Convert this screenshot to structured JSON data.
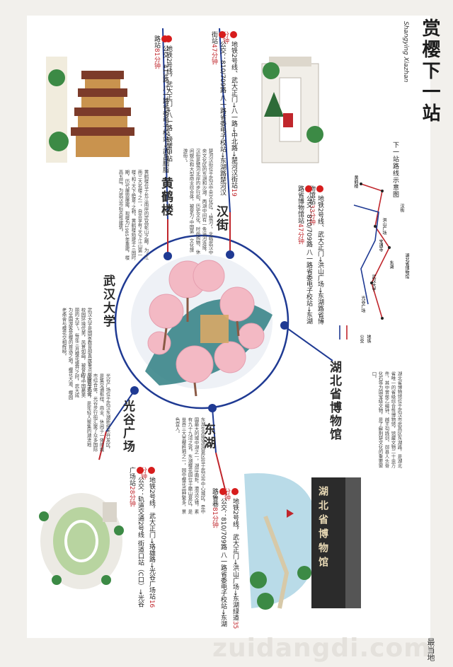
{
  "title": "赏樱下一站",
  "subtitle": "Shangying Xiazhan",
  "map_title": "下一站路线示意图",
  "map_labels": [
    "洪山广场",
    "汉街",
    "东湖",
    "湖北省博物馆",
    "武汉大学",
    "光谷广场",
    "黄鹤楼",
    "宝通寺",
    "地铁",
    "公交"
  ],
  "stations": {
    "hanjie": {
      "name": "汉街",
      "route1_prefix": "地铁2号线、武大正门→八一路→中北路→楚河汉街站",
      "route1_time": "19分钟",
      "route2_prefix": "公交：810/709路 八一路省委电子校站→东湖路楚河汉街站",
      "route2_time": "47分钟",
      "desc": "楚河汉街位于武汉中央文化区，“楚河”，北临武汉中央文化区的东湖和沙湖，两湖中间有一条运河连接，汉街是楚河北岸的步行街。历史文化、时尚购物、休闲娱乐和大型商业综合体，被誉为“中国第一文化旅游街”。"
    },
    "huanghelou": {
      "name": "黄鹤楼",
      "route1_prefix": "地铁2号线，武大正门→八一路→螃蟹甲站",
      "route1_time": "",
      "route2_prefix": "公交：413路 八一路省委电子校站→武昌胭脂路站",
      "route2_time": "81分钟",
      "desc": "黄鹤楼位于长江南岸的武昌蛇山之巅，为“江南三大名楼”之一，自古享有“天下江山第一楼”和“天下绝景”之称。黄鹤楼始建于三国时期，历代屡毁屡建，现楼为1985年重建，楼高五层，为武汉市标志性建筑。"
    },
    "wuda": {
      "name": "武汉大学",
      "desc": "武汉大学是国家教育部直属重点综合性大学，校园环境优美，风景如画，被誉为“中国最美丽的大学”。每年三月樱花盛开之时，武大成为全国游客赏樱的首选之地，樱花大道、樱园老斋舍与樱花交相辉映。"
    },
    "guanggu": {
      "name": "光谷广场",
      "route1_prefix": "地铁2号线，武大正门→珞雄路→光谷广场站",
      "route1_time": "16分钟",
      "route2_prefix": "公交：轨道交通2号线 街道口站（C口）→光谷广场站",
      "route2_time": "28分钟",
      "desc": "光谷广场位于武汉东湖新技术开发区，是集交通枢纽、商业、休闲于一体的城市综合体，光谷步行街汇聚了众多国际品牌与美食，是年轻人聚集的潮流地标。"
    },
    "donghu": {
      "name": "东湖",
      "route1_prefix": "地铁2号线，武大正门→洪山广场→东湖绿道",
      "route1_time": "35分钟",
      "route2_prefix": "公交：810/709路 八一路省委电子校站→东湖路鲁巷",
      "route2_time": "81分钟",
      "desc": "东湖生态旅游风景区位于武汉市中心城区，是中国最大的城中湖之一，湖岸曲折，港汊交错，素有九十九湾之说。东湖樱花园位于磨山景区，是世界三大赏樱胜地之一，园中樱花品种繁多，景色宜人。"
    },
    "museum": {
      "name": "湖北省博物馆",
      "plaque": "湖北省博物馆",
      "route1_prefix": "地铁2号线、武大正门→洪山广场→东湖路省博物馆站",
      "route1_time": "33分钟",
      "route2_prefix": "公交：810/709路 八一路省委电子校站→东湖路省博物馆站",
      "route2_time": "47分钟",
      "desc": "湖北省博物馆位于武汉市武昌区东湖路，是湖北省唯一的省级综合性博物馆，馆藏文物二十余万件，其中曾侯乙编钟、越王勾践剑、郧县人头骨化石等为国宝级文物，是了解荆楚文化的重要窗口。"
    }
  },
  "footer_watermark": "zuidangdi.com",
  "page_mark": "最当地",
  "colors": {
    "route_line": "#1f3a93",
    "node": "#1f3a93",
    "accent_red": "#c0262c",
    "cherry": "#f3b9c4",
    "lake": "#2f7f82"
  }
}
